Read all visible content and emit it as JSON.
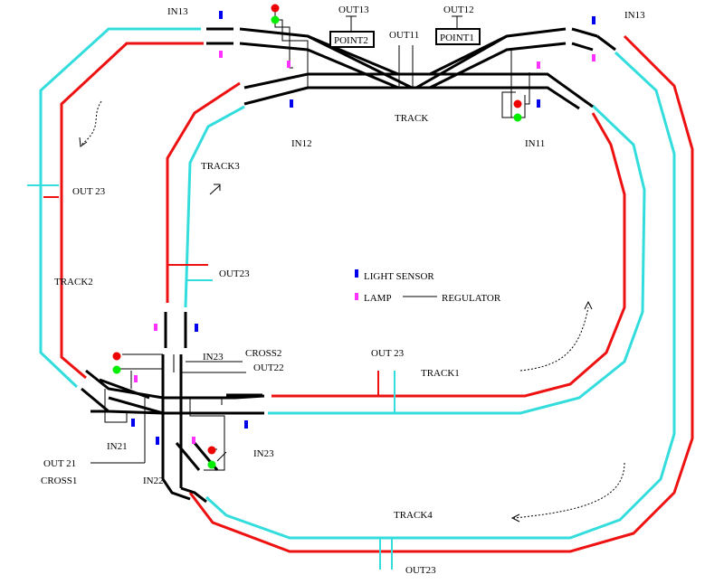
{
  "colors": {
    "red_track": "#ee1111",
    "cyan_track": "#33dddd",
    "black_track": "#000000",
    "sensor": "#0000ee",
    "lamp": "#ff33ff",
    "signal_red": "#ee0000",
    "signal_green": "#00ee00"
  },
  "labels": {
    "in13_left": "IN13",
    "in13_right": "IN13",
    "out13": "OUT13",
    "out12": "OUT12",
    "out11": "OUT11",
    "point2": "POINT2",
    "point1": "POINT1",
    "track_top": "TRACK",
    "in12": "IN12",
    "in11": "IN11",
    "track3": "TRACK3",
    "out23_left": "OUT 23",
    "out23_mid": "OUT23",
    "track2": "TRACK2",
    "light_sensor": "LIGHT SENSOR",
    "lamp": "LAMP",
    "regulator": "REGULATOR",
    "in23_a": "IN23",
    "cross2": "CROSS2",
    "out22": "OUT22",
    "out23_right": "OUT 23",
    "track1": "TRACK1",
    "in21": "IN21",
    "out21": "OUT 21",
    "cross1": "CROSS1",
    "in22": "IN22",
    "in23_b": "IN23",
    "track4": "TRACK4",
    "out23_bottom": "OUT23"
  }
}
